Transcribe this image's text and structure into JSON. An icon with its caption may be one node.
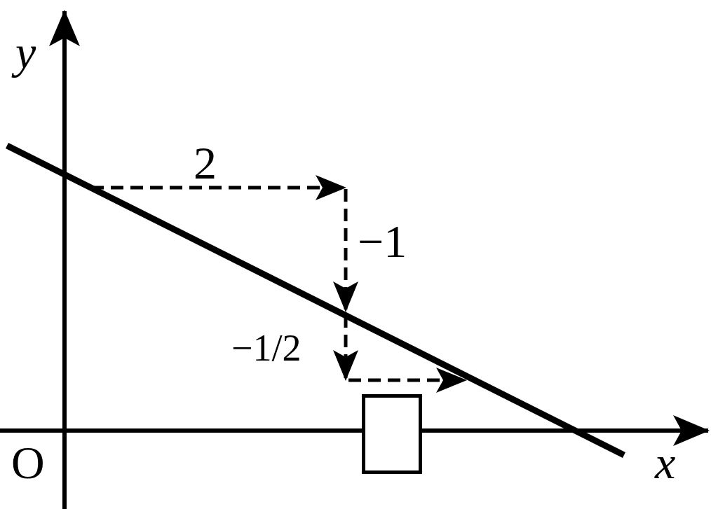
{
  "diagram": {
    "nodes": [
      {
        "text": [],
        "shape": "box"
      }
    ],
    "labels": [
      "y",
      "2",
      "−1",
      "−1/2",
      "O",
      "x"
    ]
  }
}
